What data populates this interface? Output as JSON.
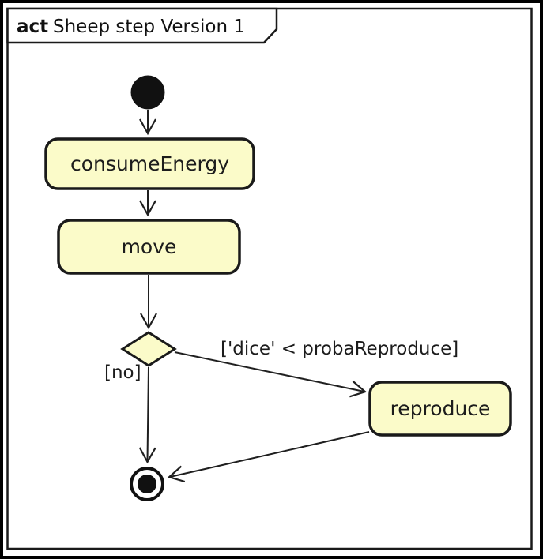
{
  "frame": {
    "keyword": "act",
    "title": "Sheep step Version 1"
  },
  "nodes": {
    "consume_energy": {
      "label": "consumeEnergy"
    },
    "move": {
      "label": "move"
    },
    "reproduce": {
      "label": "reproduce"
    }
  },
  "edge_labels": {
    "no_guard": "[no]",
    "reproduce_guard": "['dice' < probaReproduce]"
  },
  "colors": {
    "node_fill": "#FBFBC9",
    "node_stroke": "#1A1A1A",
    "edge_stroke": "#1F1F1F",
    "background": "#FFFFFF"
  }
}
